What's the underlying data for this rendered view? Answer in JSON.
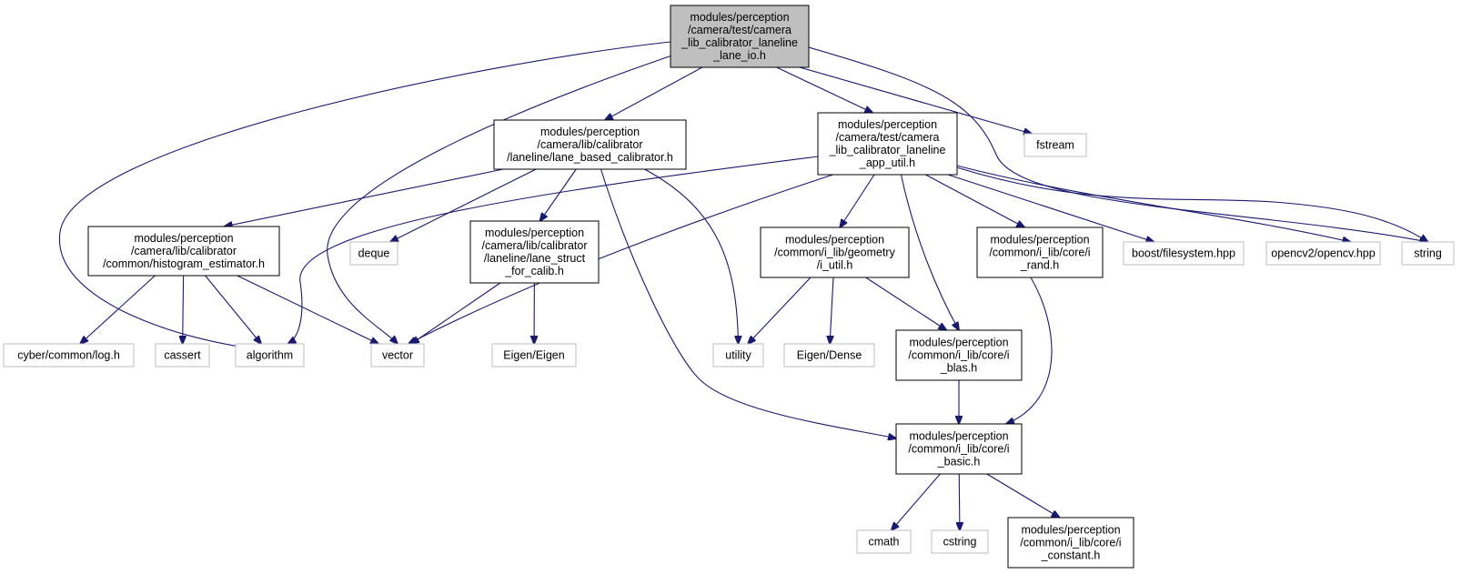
{
  "diagram": {
    "colors": {
      "root_fill": "#bfbfbf",
      "node_stroke": "#000000",
      "external_stroke": "#bfbfbf",
      "edge": "#191970"
    },
    "nodes": [
      {
        "id": "root",
        "kind": "root",
        "lines": [
          "modules/perception",
          "/camera/test/camera",
          "_lib_calibrator_laneline",
          "_lane_io.h"
        ]
      },
      {
        "id": "lane_based_calibrator",
        "kind": "header",
        "lines": [
          "modules/perception",
          "/camera/lib/calibrator",
          "/laneline/lane_based_calibrator.h"
        ]
      },
      {
        "id": "app_util",
        "kind": "header",
        "lines": [
          "modules/perception",
          "/camera/test/camera",
          "_lib_calibrator_laneline",
          "_app_util.h"
        ]
      },
      {
        "id": "fstream",
        "kind": "external",
        "lines": [
          "fstream"
        ]
      },
      {
        "id": "histogram_estimator",
        "kind": "header",
        "lines": [
          "modules/perception",
          "/camera/lib/calibrator",
          "/common/histogram_estimator.h"
        ]
      },
      {
        "id": "deque",
        "kind": "external",
        "lines": [
          "deque"
        ]
      },
      {
        "id": "lane_struct",
        "kind": "header",
        "lines": [
          "modules/perception",
          "/camera/lib/calibrator",
          "/laneline/lane_struct",
          "_for_calib.h"
        ]
      },
      {
        "id": "i_util",
        "kind": "header",
        "lines": [
          "modules/perception",
          "/common/i_lib/geometry",
          "/i_util.h"
        ]
      },
      {
        "id": "i_rand",
        "kind": "header",
        "lines": [
          "modules/perception",
          "/common/i_lib/core/i",
          "_rand.h"
        ]
      },
      {
        "id": "boost_fs",
        "kind": "external",
        "lines": [
          "boost/filesystem.hpp"
        ]
      },
      {
        "id": "opencv",
        "kind": "external",
        "lines": [
          "opencv2/opencv.hpp"
        ]
      },
      {
        "id": "string",
        "kind": "external",
        "lines": [
          "string"
        ]
      },
      {
        "id": "log",
        "kind": "external",
        "lines": [
          "cyber/common/log.h"
        ]
      },
      {
        "id": "cassert",
        "kind": "external",
        "lines": [
          "cassert"
        ]
      },
      {
        "id": "algorithm",
        "kind": "external",
        "lines": [
          "algorithm"
        ]
      },
      {
        "id": "vector",
        "kind": "external",
        "lines": [
          "vector"
        ]
      },
      {
        "id": "eigen",
        "kind": "external",
        "lines": [
          "Eigen/Eigen"
        ]
      },
      {
        "id": "utility",
        "kind": "external",
        "lines": [
          "utility"
        ]
      },
      {
        "id": "eigen_dense",
        "kind": "external",
        "lines": [
          "Eigen/Dense"
        ]
      },
      {
        "id": "i_blas",
        "kind": "header",
        "lines": [
          "modules/perception",
          "/common/i_lib/core/i",
          "_blas.h"
        ]
      },
      {
        "id": "i_basic",
        "kind": "header",
        "lines": [
          "modules/perception",
          "/common/i_lib/core/i",
          "_basic.h"
        ]
      },
      {
        "id": "cmath",
        "kind": "external",
        "lines": [
          "cmath"
        ]
      },
      {
        "id": "cstring",
        "kind": "external",
        "lines": [
          "cstring"
        ]
      },
      {
        "id": "i_constant",
        "kind": "header",
        "lines": [
          "modules/perception",
          "/common/i_lib/core/i",
          "_constant.h"
        ]
      }
    ],
    "edges": [
      [
        "root",
        "lane_based_calibrator"
      ],
      [
        "root",
        "app_util"
      ],
      [
        "root",
        "fstream"
      ],
      [
        "root",
        "algorithm"
      ],
      [
        "root",
        "vector"
      ],
      [
        "root",
        "string"
      ],
      [
        "lane_based_calibrator",
        "histogram_estimator"
      ],
      [
        "lane_based_calibrator",
        "deque"
      ],
      [
        "lane_based_calibrator",
        "lane_struct"
      ],
      [
        "lane_based_calibrator",
        "utility"
      ],
      [
        "lane_based_calibrator",
        "i_basic"
      ],
      [
        "app_util",
        "algorithm"
      ],
      [
        "app_util",
        "vector"
      ],
      [
        "app_util",
        "i_util"
      ],
      [
        "app_util",
        "i_blas"
      ],
      [
        "app_util",
        "i_rand"
      ],
      [
        "app_util",
        "boost_fs"
      ],
      [
        "app_util",
        "opencv"
      ],
      [
        "app_util",
        "string"
      ],
      [
        "histogram_estimator",
        "log"
      ],
      [
        "histogram_estimator",
        "cassert"
      ],
      [
        "histogram_estimator",
        "algorithm"
      ],
      [
        "histogram_estimator",
        "vector"
      ],
      [
        "lane_struct",
        "vector"
      ],
      [
        "lane_struct",
        "eigen"
      ],
      [
        "i_util",
        "utility"
      ],
      [
        "i_util",
        "eigen_dense"
      ],
      [
        "i_util",
        "i_blas"
      ],
      [
        "i_rand",
        "i_basic"
      ],
      [
        "i_blas",
        "i_basic"
      ],
      [
        "i_basic",
        "cmath"
      ],
      [
        "i_basic",
        "cstring"
      ],
      [
        "i_basic",
        "i_constant"
      ]
    ]
  }
}
